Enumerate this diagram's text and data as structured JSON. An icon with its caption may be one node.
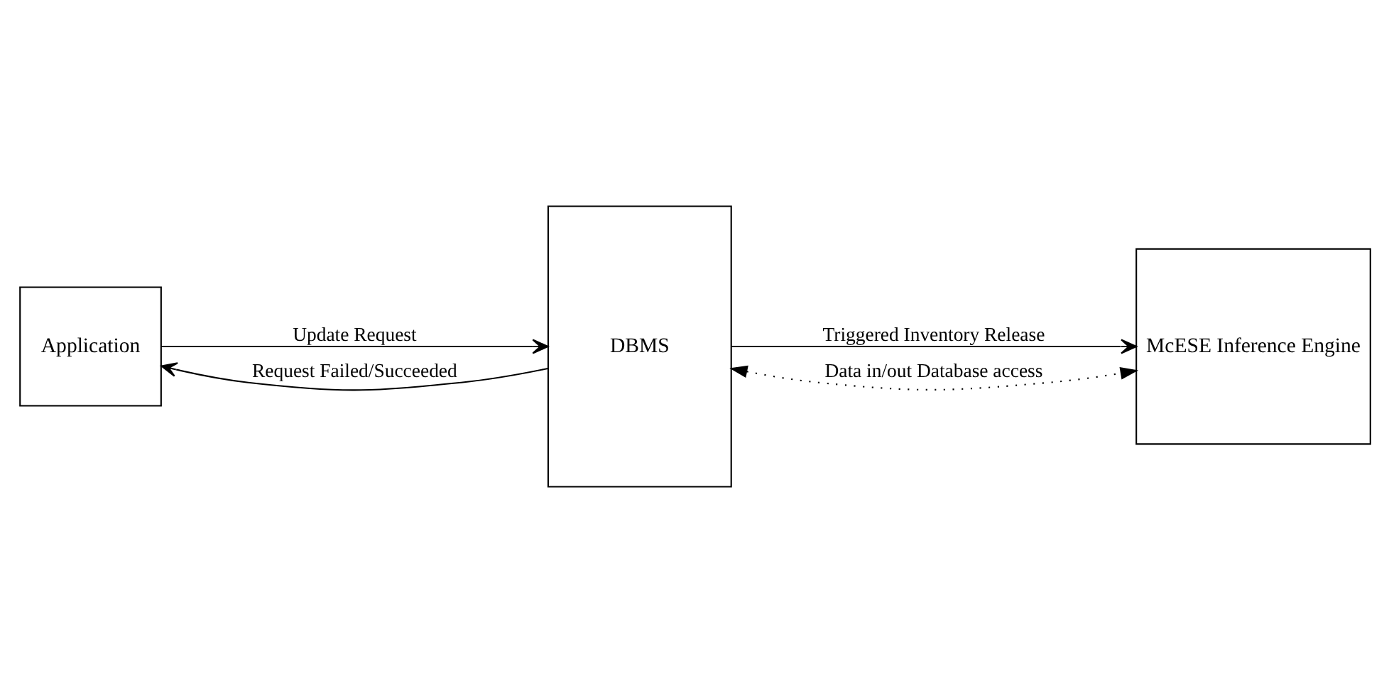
{
  "diagram": {
    "nodes": [
      {
        "text": [
          "Application"
        ]
      },
      {
        "text": [
          "DBMS"
        ]
      },
      {
        "text": [
          "McESE Inference Engine"
        ]
      }
    ],
    "edges": [
      {
        "from": 0,
        "to": 1,
        "arrow": "to",
        "label": "Update Request"
      },
      {
        "from": 1,
        "to": 2,
        "arrow": "to",
        "label": "Triggered Inventory Release"
      },
      {
        "from": 1,
        "to": 0,
        "arrow": "to",
        "label": "Request Failed/Succeeded"
      },
      {
        "from": 1,
        "to": 2,
        "arrow": "both",
        "label": "Data in/out Database access",
        "style": "dashed"
      }
    ]
  }
}
